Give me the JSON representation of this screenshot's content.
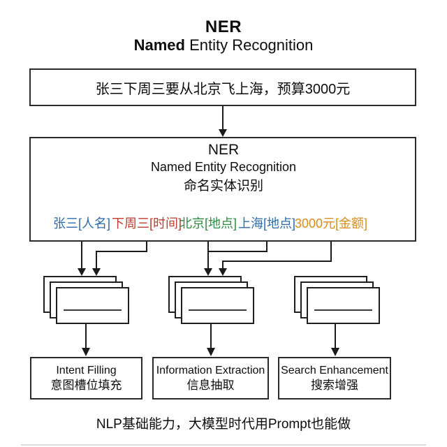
{
  "title": {
    "line1": "NER",
    "line2_bold": "Named",
    "line2_rest": " Entity Recognition"
  },
  "input_box": {
    "text": "张三下周三要从北京飞上海，预算3000元"
  },
  "ner_box": {
    "line1": "NER",
    "line2": "Named Entity Recognition",
    "line3": "命名实体识别",
    "entities": [
      {
        "text": "张三[人名]",
        "type": "person",
        "color": "#2e6ba8"
      },
      {
        "text": "下周三[时间]",
        "type": "time",
        "color": "#bf3b30"
      },
      {
        "text": "北京[地点]",
        "type": "location",
        "color": "#2e8b40"
      },
      {
        "text": "上海[地点]",
        "type": "location",
        "color": "#2e6ba8"
      },
      {
        "text": "3000元[金额]",
        "type": "amount",
        "color": "#d98c1c"
      }
    ]
  },
  "applications": [
    {
      "en": "Intent Filling",
      "zh": "意图槽位填充"
    },
    {
      "en": "Information Extraction",
      "zh": "信息抽取"
    },
    {
      "en": "Search Enhancement",
      "zh": "搜索增强"
    }
  ],
  "caption": "NLP基础能力，大模型时代用Prompt也能做",
  "colors": {
    "line": "#1a1a1a",
    "box_border": "#2b2b2b",
    "text": "#0d0d0d"
  }
}
